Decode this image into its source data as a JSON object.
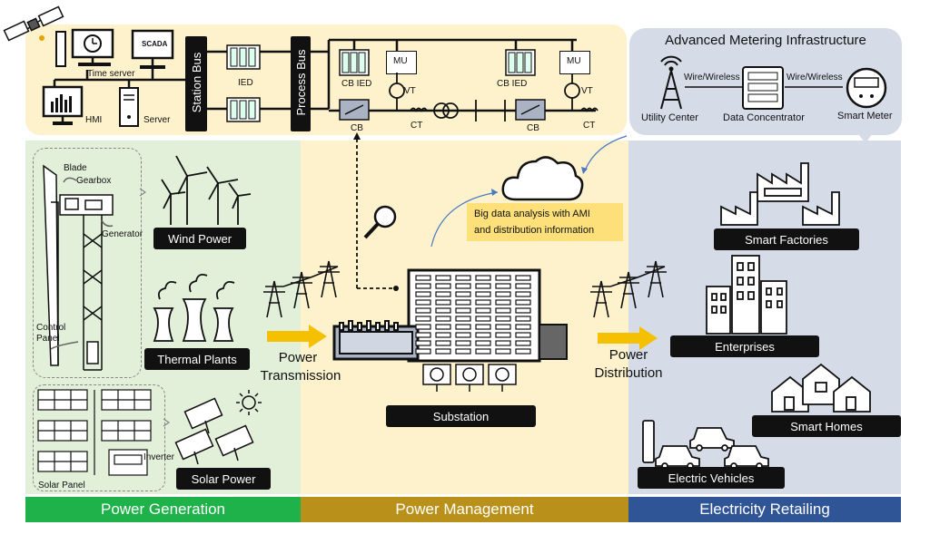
{
  "station": {
    "time_server": "Time server",
    "scada": "SCADA",
    "hmi": "HMI",
    "server": "Server",
    "station_bus": "Station Bus",
    "ied": "IED",
    "process_bus": "Process Bus",
    "cb_ied_1": "CB IED",
    "cb_ied_2": "CB IED",
    "mu_1": "MU",
    "mu_2": "MU",
    "vt_1": "VT",
    "vt_2": "VT",
    "cb_1": "CB",
    "cb_2": "CB",
    "ct_1": "CT",
    "ct_2": "CT"
  },
  "ami": {
    "title": "Advanced Metering Infrastructure",
    "link_1": "Wire/Wireless",
    "link_2": "Wire/Wireless",
    "utility_center": "Utility Center",
    "data_concentrator": "Data Concentrator",
    "smart_meter": "Smart Meter"
  },
  "generation": {
    "blade": "Blade",
    "gearbox": "Gearbox",
    "generator": "Generator",
    "control_panel_1": "Control",
    "control_panel_2": "Panel",
    "wind_power": "Wind Power",
    "thermal_plants": "Thermal Plants",
    "inverter": "Inverter",
    "solar_panel": "Solar Panel",
    "solar_power": "Solar Power"
  },
  "management": {
    "power_transmission_1": "Power",
    "power_transmission_2": "Transmission",
    "big_data_1": "Big data analysis with AMI",
    "big_data_2": "and distribution information",
    "substation": "Substation"
  },
  "retail": {
    "power_distribution_1": "Power",
    "power_distribution_2": "Distribution",
    "smart_factories": "Smart Factories",
    "enterprises": "Enterprises",
    "smart_homes": "Smart Homes",
    "electric_vehicles": "Electric Vehicles"
  },
  "footer": {
    "generation": "Power Generation",
    "management": "Power Management",
    "retailing": "Electricity Retailing"
  },
  "colors": {
    "generation_bg": "#e2efd9",
    "management_bg": "#fdf2cc",
    "retail_bg": "#d5dce8",
    "generation_bar": "#1fb14a",
    "management_bar": "#b8901a",
    "retail_bar": "#2f5597",
    "arrow": "#f5c000"
  }
}
